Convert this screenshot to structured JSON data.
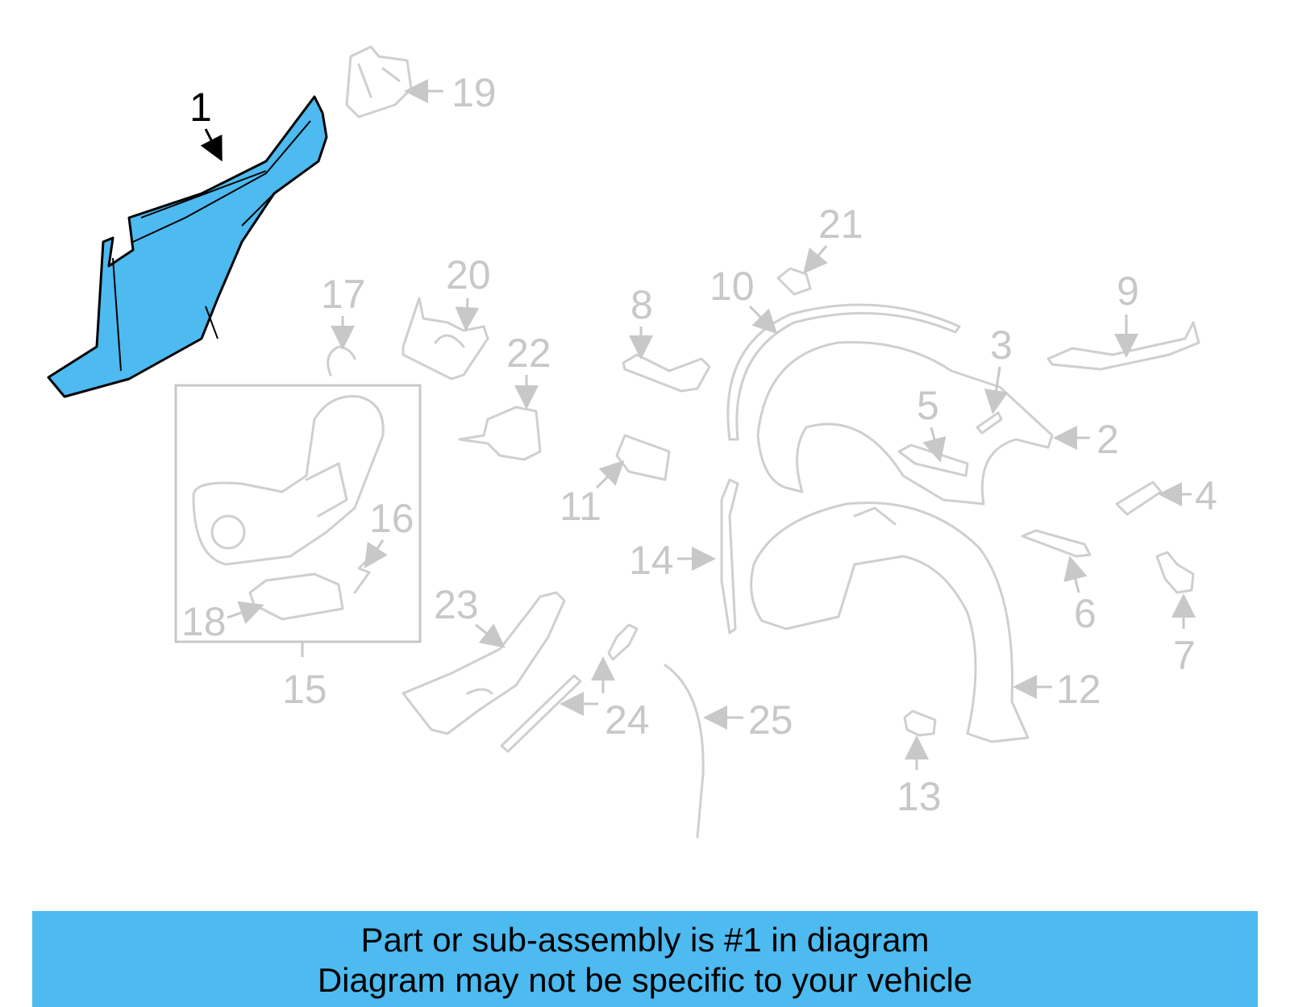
{
  "diagram": {
    "highlight_color": "#4dbaf0",
    "callouts": [
      "1",
      "2",
      "3",
      "4",
      "5",
      "6",
      "7",
      "8",
      "9",
      "10",
      "11",
      "12",
      "13",
      "14",
      "15",
      "16",
      "17",
      "18",
      "19",
      "20",
      "21",
      "22",
      "23",
      "24",
      "25"
    ]
  },
  "banner": {
    "line1": "Part or sub-assembly is #1 in diagram",
    "line2": "Diagram may not be specific to your vehicle",
    "color": "#4dbaf0"
  }
}
